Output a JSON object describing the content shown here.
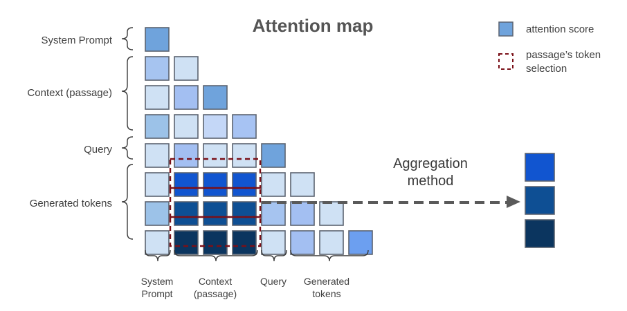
{
  "title": "Attention map",
  "legend": {
    "score_label": "attention score",
    "selection_label_1": "passage’s token",
    "selection_label_2": "selection",
    "score_color": "#6fa3dc",
    "selection_color": "#7a1018"
  },
  "row_groups": {
    "system": "System Prompt",
    "context": "Context (passage)",
    "query": "Query",
    "generated": "Generated tokens"
  },
  "col_groups": {
    "system_1": "System",
    "system_2": "Prompt",
    "context_1": "Context",
    "context_2": "(passage)",
    "query": "Query",
    "generated_1": "Generated",
    "generated_2": "tokens"
  },
  "aggregation": {
    "line1": "Aggregation",
    "line2": "method",
    "result_colors": [
      "#1155d0",
      "#0e4f94",
      "#0b355f"
    ]
  },
  "matrix_colors": [
    [
      "#6fa3dc"
    ],
    [
      "#a6c4f0",
      "#cfe1f4"
    ],
    [
      "#cfe1f4",
      "#a3bff2",
      "#6fa3dc"
    ],
    [
      "#9cc2e8",
      "#cfe1f4",
      "#c4d7f7",
      "#a7c3f3"
    ],
    [
      "#cfe1f4",
      "#a3bff2",
      "#cfe1f4",
      "#cfe1f4",
      "#6fa3dc"
    ],
    [
      "#cfe1f4",
      "#1155d0",
      "#1155d0",
      "#1155d0",
      "#cfe1f4",
      "#cfe1f4"
    ],
    [
      "#9cc2e8",
      "#0e4f94",
      "#0e4f94",
      "#0e4f94",
      "#a6c4f0",
      "#a3bff2",
      "#cfe1f4"
    ],
    [
      "#cfe1f4",
      "#0b355f",
      "#0b355f",
      "#0b355f",
      "#cfe1f4",
      "#a3bff2",
      "#cfe1f4",
      "#6c9ff0"
    ]
  ]
}
